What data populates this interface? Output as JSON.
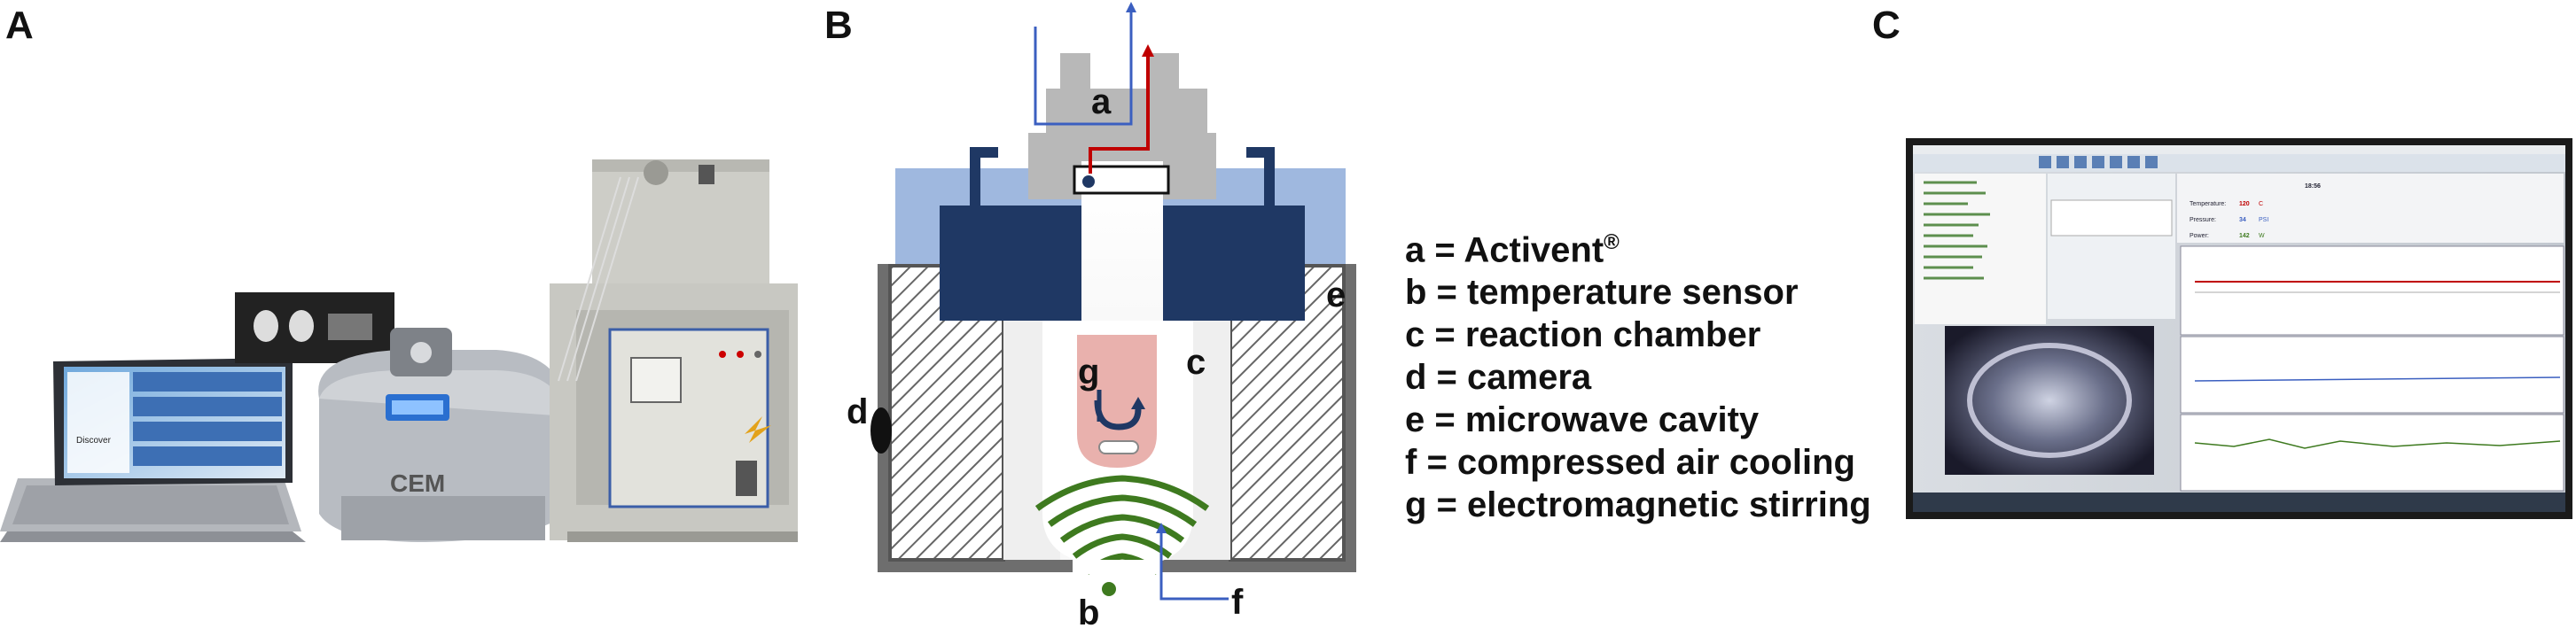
{
  "panels": {
    "a": "A",
    "b": "B",
    "c": "C"
  },
  "photo_a": {
    "laptop_brand": "Discover",
    "instrument_brand": "CEM"
  },
  "diagram_b": {
    "labels": {
      "a": "a",
      "b": "b",
      "c": "c",
      "d": "d",
      "e": "e",
      "f": "f",
      "g": "g"
    },
    "colors": {
      "lid_light": "#9fb8df",
      "lid_dark": "#1f3864",
      "cavity_gray": "#6e6e6e",
      "adapter_gray": "#b8b8b8",
      "sample": "#e9b1ad",
      "waves": "#3e7a1f",
      "air_line": "#3b5fc0",
      "hot_line": "#c00000"
    }
  },
  "legend": [
    {
      "key": "a",
      "sep": " = ",
      "text": "Activent",
      "sup": "®"
    },
    {
      "key": "b",
      "sep": " = ",
      "text": "temperature sensor"
    },
    {
      "key": "c",
      "sep": " = ",
      "text": "reaction chamber"
    },
    {
      "key": "d",
      "sep": " = ",
      "text": "camera"
    },
    {
      "key": "e",
      "sep": " = ",
      "text": "microwave cavity"
    },
    {
      "key": "f",
      "sep": " = ",
      "text": "compressed air cooling"
    },
    {
      "key": "g",
      "sep": " = ",
      "text": "electromagnetic stirring"
    }
  ],
  "screen_c": {
    "timer": "18:56",
    "readouts": [
      {
        "label": "Temperature:",
        "value": "120",
        "unit": "C"
      },
      {
        "label": "Pressure:",
        "value": "34",
        "unit": "PSI"
      },
      {
        "label": "Power:",
        "value": "142",
        "unit": "W"
      }
    ]
  }
}
